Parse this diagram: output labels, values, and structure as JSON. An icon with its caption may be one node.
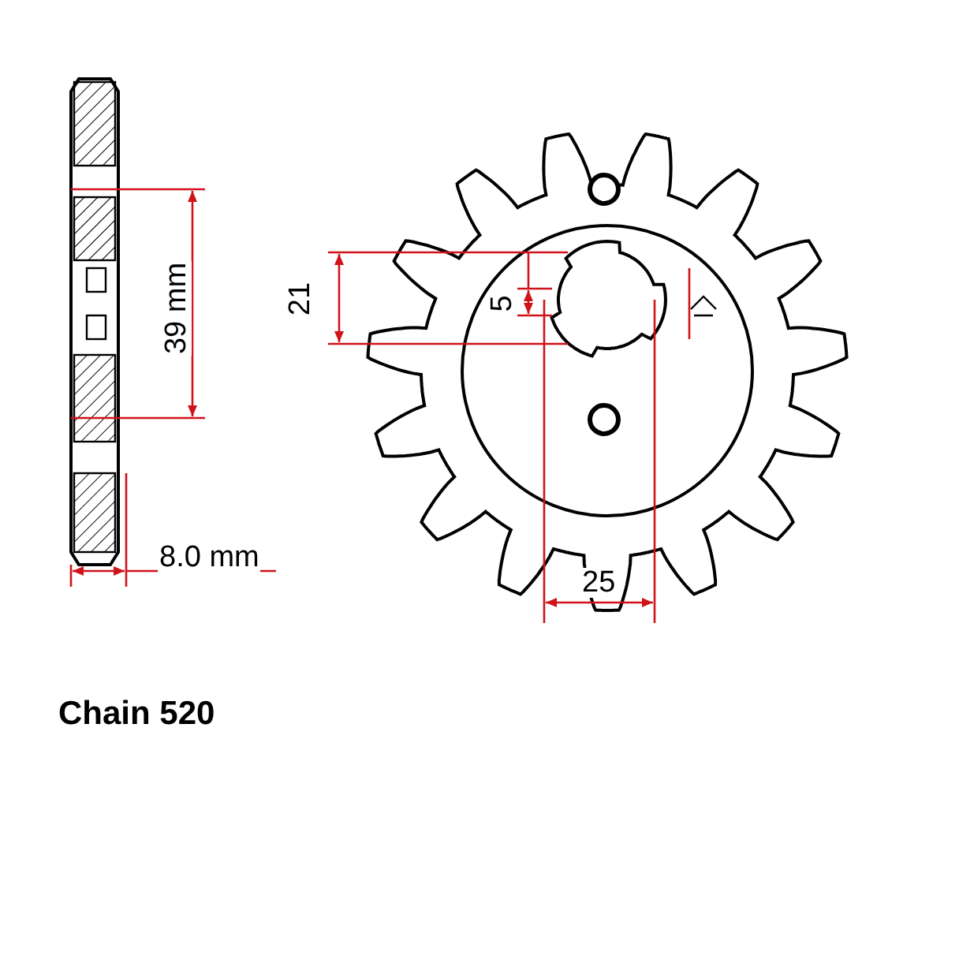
{
  "diagram": {
    "labels": [
      "39 mm",
      "21",
      "5",
      "8.0 mm",
      "25",
      "Chain 520"
    ]
  }
}
